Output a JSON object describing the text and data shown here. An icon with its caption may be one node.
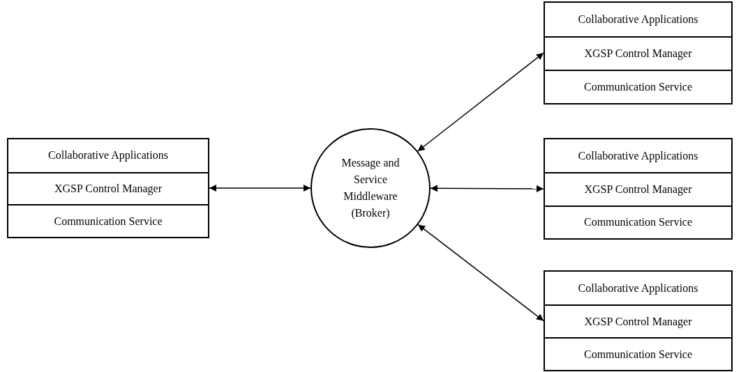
{
  "diagram": {
    "nodes": [
      {
        "text": [],
        "shape": "box"
      },
      {
        "text": [
          "Collaborative Applications"
        ],
        "in": 0
      },
      {
        "text": [
          "XGSP Control Manager"
        ],
        "in": 0
      },
      {
        "text": [
          "Communication Service"
        ],
        "in": 0
      },
      {
        "text": [
          "Message and Service Middleware (Broker)"
        ]
      },
      {
        "text": [],
        "shape": "box"
      },
      {
        "text": [
          "Collaborative Applications"
        ],
        "in": 5
      },
      {
        "text": [
          "XGSP Control Manager"
        ],
        "in": 5
      },
      {
        "text": [
          "Communication Service"
        ],
        "in": 5
      },
      {
        "text": [],
        "shape": "box"
      },
      {
        "text": [
          "Collaborative Applications"
        ],
        "in": 9
      },
      {
        "text": [
          "XGSP Control Manager"
        ],
        "in": 9
      },
      {
        "text": [
          "Communication Service"
        ],
        "in": 9
      },
      {
        "text": [],
        "shape": "box"
      },
      {
        "text": [
          "Collaborative Applications"
        ],
        "in": 13
      },
      {
        "text": [
          "XGSP Control Manager"
        ],
        "in": 13
      },
      {
        "text": [
          "Communication Service"
        ],
        "in": 13
      }
    ],
    "edges": [
      {
        "from": 0,
        "to": 4,
        "arrow": "both"
      },
      {
        "from": 4,
        "to": 5,
        "arrow": "both"
      },
      {
        "from": 4,
        "to": 9,
        "arrow": "both"
      },
      {
        "from": 4,
        "to": 13,
        "arrow": "both"
      }
    ]
  }
}
